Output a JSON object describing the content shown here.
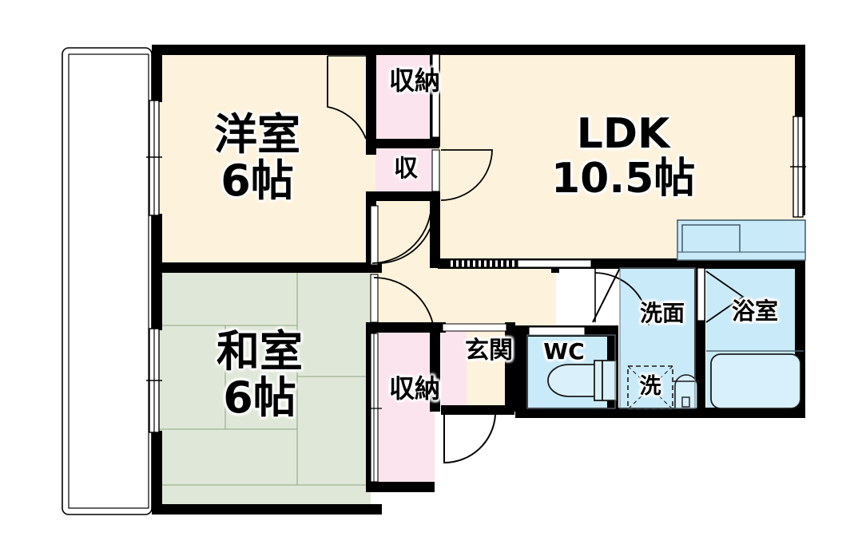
{
  "plan": {
    "type": "japanese-apartment-floor-plan",
    "colors": {
      "wall": "#000000",
      "flooring": "#fdf2dc",
      "tatami": "#dfe8d8",
      "closet": "#fbe4ee",
      "water": "#c9eaf9",
      "outline": "#000000",
      "background": "#ffffff"
    },
    "rooms": [
      {
        "key": "youshitsu",
        "name": "洋室",
        "size": "6帖",
        "floor": "flooring"
      },
      {
        "key": "ldk",
        "name": "LDK",
        "size": "10.5帖",
        "floor": "flooring"
      },
      {
        "key": "washitsu",
        "name": "和室",
        "size": "6帖",
        "floor": "tatami"
      },
      {
        "key": "genkan",
        "name": "玄関",
        "size": "",
        "floor": "flooring"
      },
      {
        "key": "wc",
        "name": "WC",
        "size": "",
        "floor": "water"
      },
      {
        "key": "senmen",
        "name": "洗面",
        "size": "",
        "floor": "water"
      },
      {
        "key": "yokushitsu",
        "name": "浴室",
        "size": "",
        "floor": "water"
      }
    ],
    "closets": [
      {
        "key": "closet-top",
        "name": "収納"
      },
      {
        "key": "closet-small",
        "name": "収"
      },
      {
        "key": "closet-hall",
        "name": "収納"
      }
    ],
    "fixtures": [
      {
        "key": "washer",
        "name": "洗"
      },
      {
        "key": "toilet",
        "name": "toilet"
      },
      {
        "key": "bathtub",
        "name": "bathtub"
      },
      {
        "key": "sink",
        "name": "washbasin"
      },
      {
        "key": "kitchen-counter",
        "name": "kitchen-counter"
      },
      {
        "key": "balcony",
        "name": "balcony"
      }
    ],
    "labels": {
      "youshitsu_name": "洋室",
      "youshitsu_size": "6帖",
      "ldk_name": "LDK",
      "ldk_size": "10.5帖",
      "washitsu_name": "和室",
      "washitsu_size": "6帖",
      "genkan": "玄関",
      "wc": "WC",
      "senmen": "洗面",
      "yokushitsu": "浴室",
      "washer": "洗",
      "closet_top": "収納",
      "closet_small": "収",
      "closet_hall": "収納"
    }
  }
}
